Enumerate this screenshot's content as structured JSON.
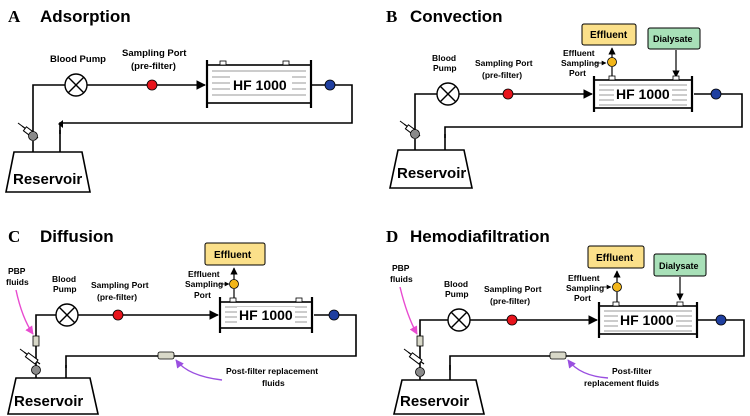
{
  "panels": {
    "a": {
      "letter": "A",
      "title": "Adsorption",
      "pump": "Blood Pump",
      "port_1": "Sampling Port",
      "port_2": "(pre-filter)",
      "filter": "HF 1000",
      "reservoir": "Reservoir"
    },
    "b": {
      "letter": "B",
      "title": "Convection",
      "pump_1": "Blood",
      "pump_2": "Pump",
      "port_1": "Sampling Port",
      "port_2": "(pre-filter)",
      "filter": "HF 1000",
      "reservoir": "Reservoir",
      "effluent": "Effluent",
      "dialysate": "Dialysate",
      "eff_port_1": "Effluent",
      "eff_port_2": "Sampling",
      "eff_port_3": "Port"
    },
    "c": {
      "letter": "C",
      "title": "Diffusion",
      "pump_1": "Blood",
      "pump_2": "Pump",
      "port_1": "Sampling Port",
      "port_2": "(pre-filter)",
      "filter": "HF 1000",
      "reservoir": "Reservoir",
      "effluent": "Effluent",
      "eff_port_1": "Effluent",
      "eff_port_2": "Sampling",
      "eff_port_3": "Port",
      "pbp_1": "PBP",
      "pbp_2": "fluids",
      "post_1": "Post-filter replacement",
      "post_2": "fluids"
    },
    "d": {
      "letter": "D",
      "title": "Hemodiafiltration",
      "pump_1": "Blood",
      "pump_2": "Pump",
      "port_1": "Sampling Port",
      "port_2": "(pre-filter)",
      "filter": "HF 1000",
      "reservoir": "Reservoir",
      "effluent": "Effluent",
      "dialysate": "Dialysate",
      "eff_port_1": "Effluent",
      "eff_port_2": "Sampling",
      "eff_port_3": "Port",
      "pbp_1": "PBP",
      "pbp_2": "fluids",
      "post_1": "Post-filter",
      "post_2": "replacement fluids"
    }
  },
  "colors": {
    "pre_filter_port": "#e8141c",
    "post_filter_port": "#1f3fa0",
    "effluent_port": "#f2b61a",
    "effluent_box": "#fbe08a",
    "dialysate_box": "#a8e0b8",
    "valve": "#8a8a8a",
    "pbp_arrow": "#e84bd0",
    "post_arrow": "#9a4fe0"
  }
}
